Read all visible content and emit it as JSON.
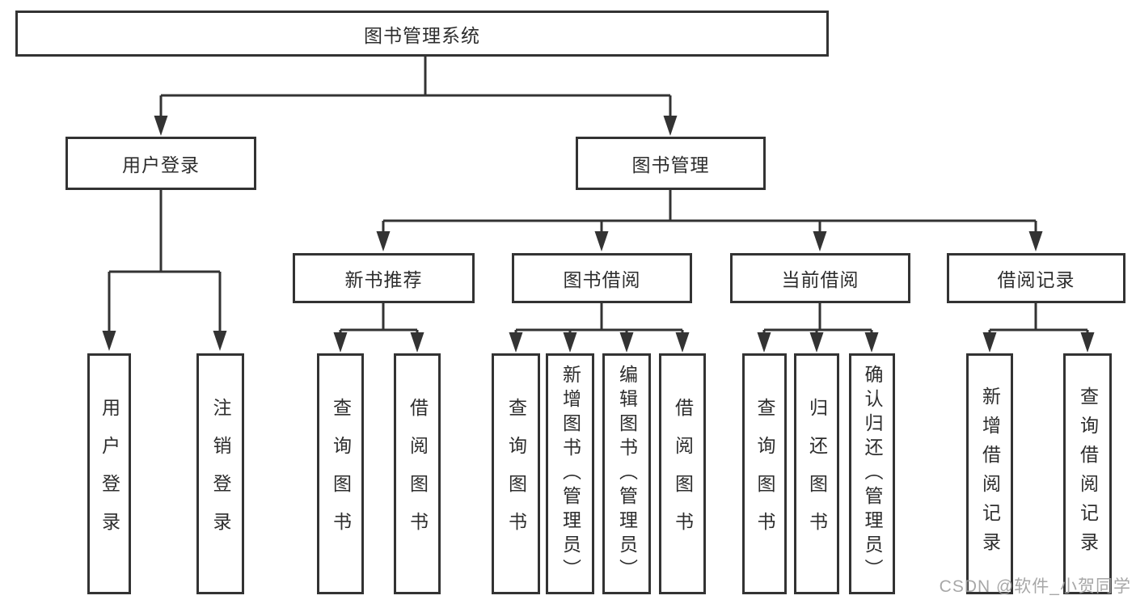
{
  "diagram": {
    "title": "图书管理系统",
    "level2": {
      "user_login": "用户登录",
      "book_mgmt": "图书管理"
    },
    "level3": [
      "新书推荐",
      "图书借阅",
      "当前借阅",
      "借阅记录"
    ],
    "leaves": [
      "用户登录",
      "注销登录",
      "查询图书",
      "借阅图书",
      "查询图书",
      "新增图书（管理员）",
      "编辑图书（管理员）",
      "借阅图书",
      "查询图书",
      "归还图书",
      "确认归还（管理员）",
      "新增借阅记录",
      "查询借阅记录"
    ]
  },
  "watermark": "CSDN @软件_小贺同学",
  "colors": {
    "line": "#333333",
    "text": "#2d2d2d",
    "watermark": "#9e9e9e",
    "background": "#ffffff"
  }
}
